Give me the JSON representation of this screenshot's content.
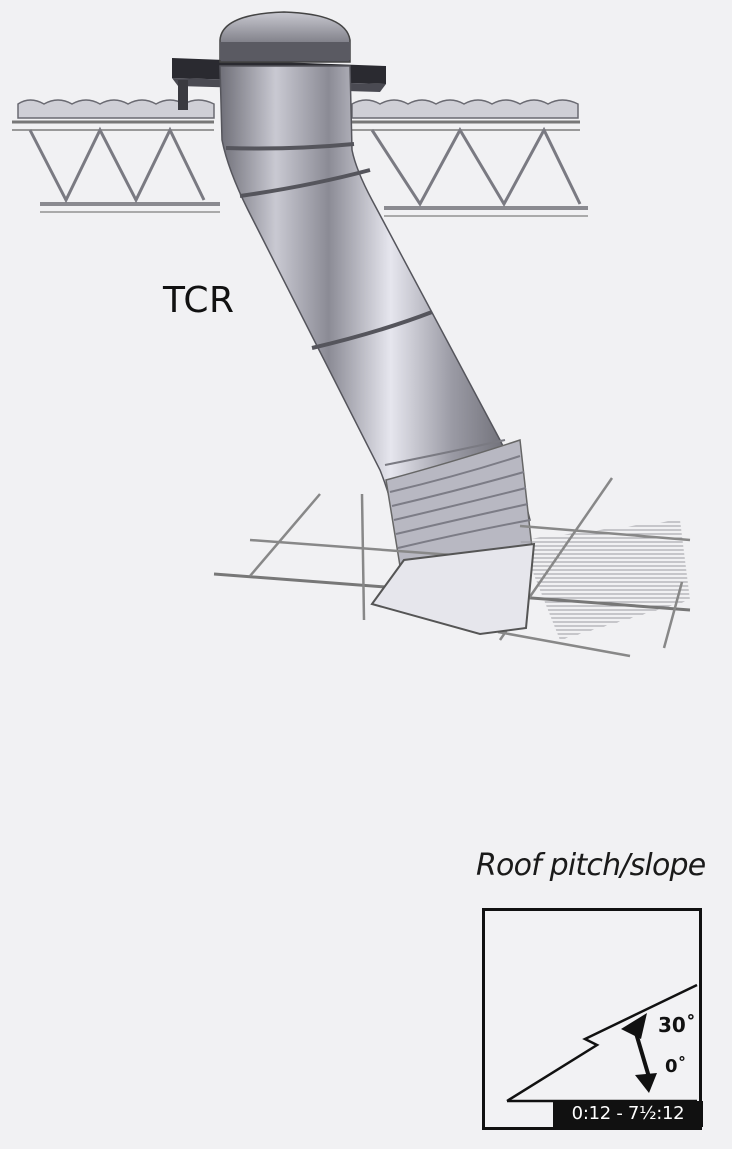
{
  "product": {
    "label": "TCR"
  },
  "roof_pitch": {
    "title": "Roof pitch/slope",
    "max_angle": "30˚",
    "min_angle": "0˚",
    "range": "0:12 - 7½:12"
  },
  "colors": {
    "background": "#f1f1f3",
    "tube_metal": "#a9a9b4",
    "truss": "#8e8e95",
    "box_border": "#111111"
  }
}
